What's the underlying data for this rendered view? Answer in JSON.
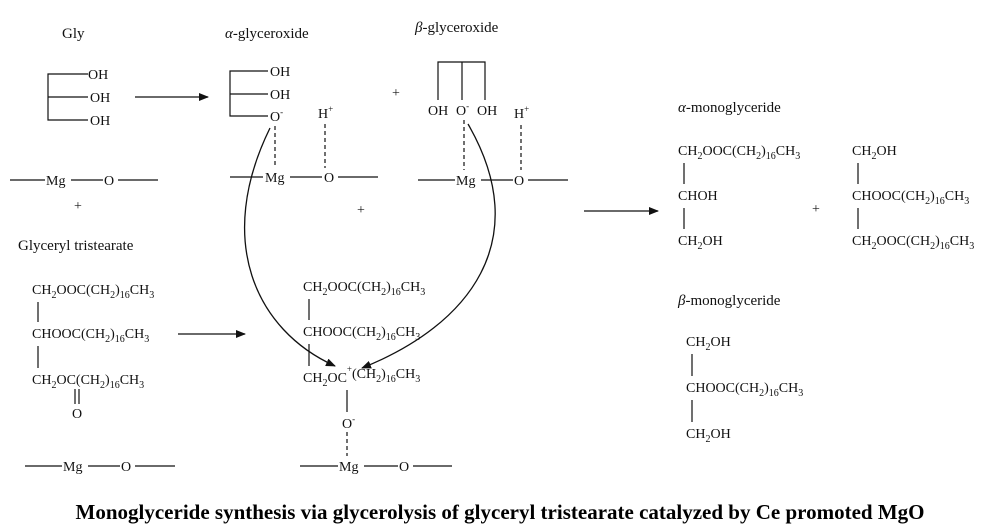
{
  "labels": {
    "gly": "Gly",
    "alpha_glyceroxide": "-glyceroxide",
    "beta_glyceroxide": "-glyceroxide",
    "alpha_monoglyceride": "-monoglyceride",
    "beta_monoglyceride": "-monoglyceride",
    "glyceryl_tristearate": "Glyceryl tristearate",
    "alpha": "α",
    "beta": "β"
  },
  "atoms": {
    "oh": "OH",
    "o": "O",
    "mg": "Mg",
    "h": "H",
    "plus_charge": "+",
    "minus_charge": "-",
    "plus": "+"
  },
  "formula_parts": {
    "ch": "CH",
    "two": "2",
    "sixteen": "16",
    "three": "3",
    "ch3": "CH",
    "ooc_ch": "OOC(CH",
    "oc_ch": "OC(CH",
    "close": ")",
    "choh": "CHOH",
    "chooc_ch": "CHOOC(CH",
    "oh": "OH",
    "oc_plus_ch": "OC",
    "open_ch": "(CH"
  },
  "caption": "Monoglyceride synthesis via  glycerolysis of glyceryl tristearate catalyzed by Ce promoted MgO",
  "colors": {
    "ink": "#111111",
    "background": "#ffffff"
  }
}
